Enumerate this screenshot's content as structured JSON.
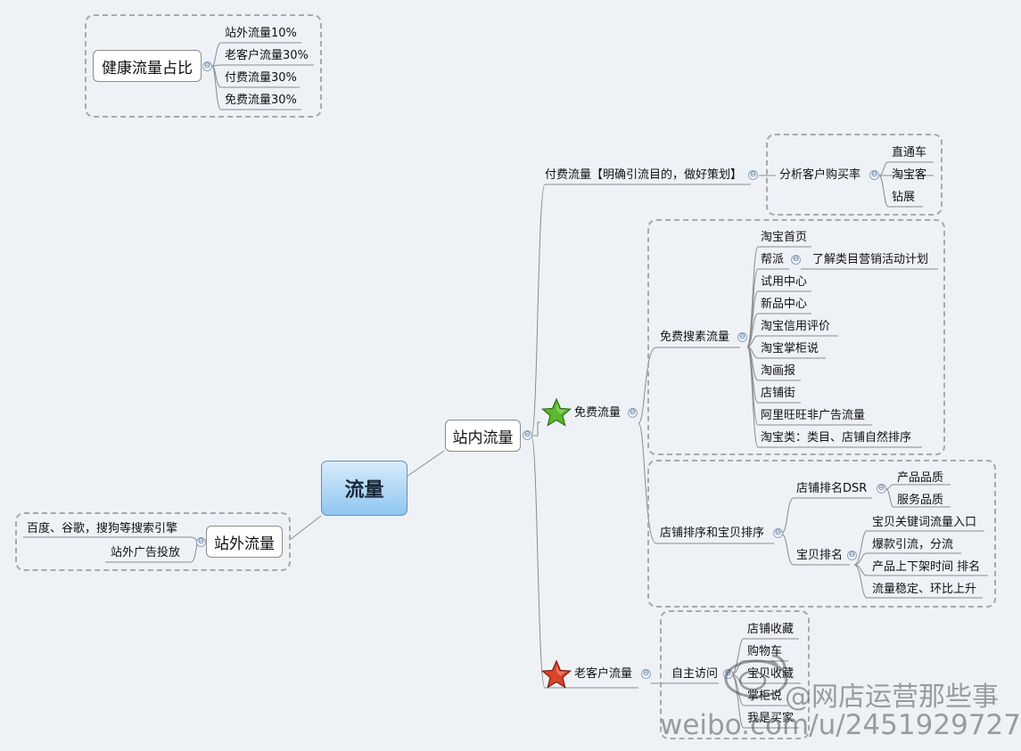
{
  "central": "流量",
  "collapse_glyph": "⊖",
  "health": {
    "label": "健康流量占比",
    "items": [
      "站外流量10%",
      "老客户流量30%",
      "付费流量30%",
      "免费流量30%"
    ]
  },
  "offsite": {
    "label": "站外流量",
    "items": [
      "百度、谷歌，搜狗等搜索引擎",
      "站外广告投放"
    ]
  },
  "onsite": {
    "label": "站内流量",
    "paid": {
      "label": "付费流量【明确引流目的，做好策划】",
      "sub": "分析客户购买率",
      "items": [
        "直通车",
        "淘宝客",
        "钻展"
      ]
    },
    "free": {
      "label": "免费流量",
      "search": {
        "label": "免费搜素流量",
        "items": [
          "淘宝首页",
          "帮派",
          "试用中心",
          "新品中心",
          "淘宝信用评价",
          "淘宝掌柜说",
          "淘画报",
          "店铺街",
          "阿里旺旺非广告流量",
          "淘宝类：类目、店铺自然排序"
        ],
        "bangpai_child": "了解类目营销活动计划"
      },
      "ranking": {
        "label": "店铺排序和宝贝排序",
        "dsr": {
          "label": "店铺排名DSR",
          "items": [
            "产品品质",
            "服务品质"
          ]
        },
        "item_rank": {
          "label": "宝贝排名",
          "items": [
            "宝贝关键词流量入口",
            "爆款引流，分流",
            "产品上下架时间 排名",
            "流量稳定、环比上升"
          ]
        }
      }
    },
    "returning": {
      "label": "老客户流量",
      "sub": "自主访问",
      "items": [
        "店铺收藏",
        "购物车",
        "宝贝收藏",
        "掌柜说",
        "我是买家"
      ]
    }
  },
  "watermark": {
    "line1": "@网店运营那些事",
    "line2": "weibo.com/u/2451929727"
  },
  "colors": {
    "root_top": "#d8ecfb",
    "root_bottom": "#8ec6f0",
    "line": "#8a8a8a",
    "star_green": "#5cb82f",
    "star_red": "#d9442b"
  }
}
